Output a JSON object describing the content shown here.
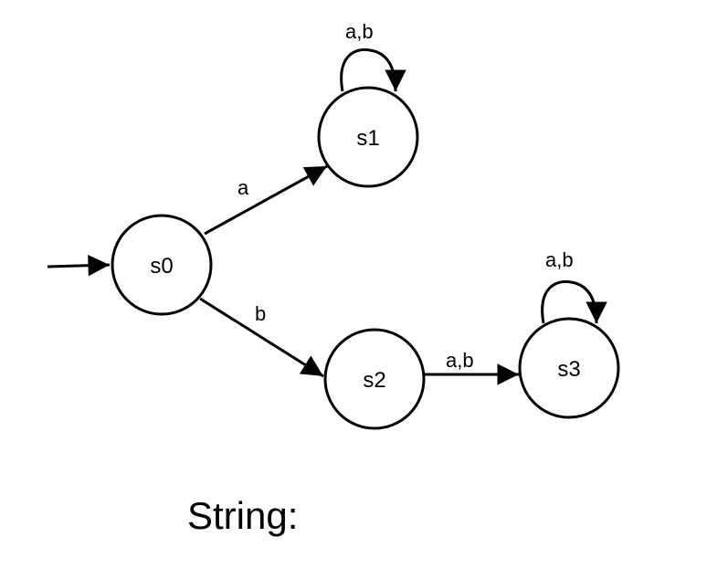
{
  "diagram": {
    "type": "finite-state-automaton",
    "start_state": "s0",
    "states": [
      {
        "id": "s0",
        "label": "s0"
      },
      {
        "id": "s1",
        "label": "s1"
      },
      {
        "id": "s2",
        "label": "s2"
      },
      {
        "id": "s3",
        "label": "s3"
      }
    ],
    "transitions": [
      {
        "from": "s0",
        "to": "s1",
        "label": "a"
      },
      {
        "from": "s0",
        "to": "s2",
        "label": "b"
      },
      {
        "from": "s1",
        "to": "s1",
        "label": "a,b"
      },
      {
        "from": "s2",
        "to": "s3",
        "label": "a,b"
      },
      {
        "from": "s3",
        "to": "s3",
        "label": "a,b"
      }
    ],
    "caption": "String:"
  },
  "colors": {
    "stroke": "#000000",
    "background": "#ffffff"
  }
}
